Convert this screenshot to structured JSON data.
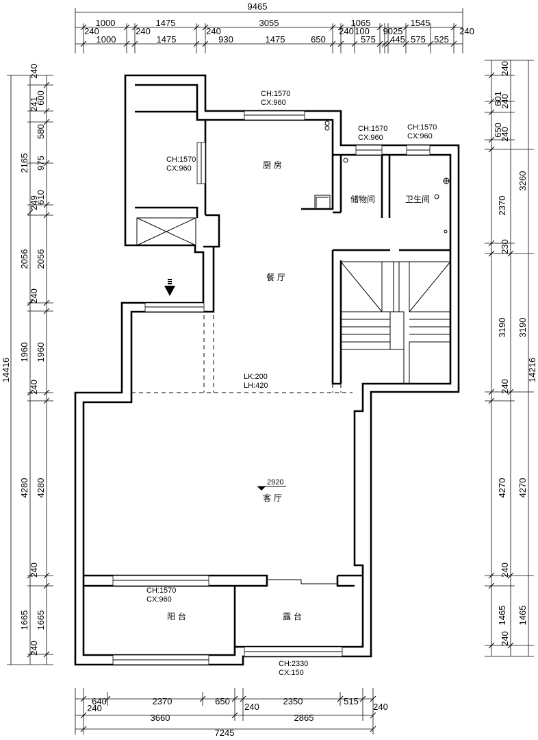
{
  "dims": {
    "top_total": "9465",
    "top_row1": [
      "1000",
      "1475",
      "3055",
      "1065",
      "1545"
    ],
    "top_row2": [
      "240",
      "1000",
      "240",
      "1475",
      "240",
      "930",
      "1475",
      "650",
      "240",
      "100",
      "575",
      "9025",
      "445",
      "575",
      "525",
      "240"
    ],
    "left_outer": [
      "14416"
    ],
    "left_mid": [
      "2165",
      "2056",
      "1960",
      "4280",
      "1665"
    ],
    "left_inner": [
      "240",
      "241",
      "600",
      "580",
      "975",
      "249",
      "610",
      "2056",
      "240",
      "1960",
      "240",
      "4280",
      "240",
      "1665",
      "240"
    ],
    "right_outer": [
      "14216"
    ],
    "right_mid": [
      "3260",
      "3190",
      "4270",
      "1465"
    ],
    "right_inner": [
      "240",
      "601",
      "240",
      "650",
      "240",
      "2370",
      "230",
      "3190",
      "240",
      "4270",
      "240",
      "1465",
      "240"
    ],
    "bottom_row1": [
      "640",
      "2370",
      "650",
      "240",
      "2350",
      "515",
      "240"
    ],
    "bottom_row1b": [
      "240"
    ],
    "bottom_row2": [
      "3660",
      "2865"
    ],
    "bottom_total": "7245"
  },
  "rooms": {
    "kitchen": "厨 房",
    "storage": "储物间",
    "bathroom": "卫生间",
    "dining": "餐 厅",
    "living": "客 厅",
    "balcony": "阳 台",
    "terrace": "露 台"
  },
  "labels": {
    "win_kitchen": [
      "CH:1570",
      "CX:960"
    ],
    "win_storage": [
      "CH:1570",
      "CX:960"
    ],
    "win_bath": [
      "CH:1570",
      "CX:960"
    ],
    "win_left": [
      "CH:1570",
      "CX:960"
    ],
    "opening": [
      "LK:200",
      "LH:420"
    ],
    "level": "2920",
    "win_balcony": [
      "CH:1570",
      "CX:960"
    ],
    "win_terrace": [
      "CH:2330",
      "CX:150"
    ]
  }
}
